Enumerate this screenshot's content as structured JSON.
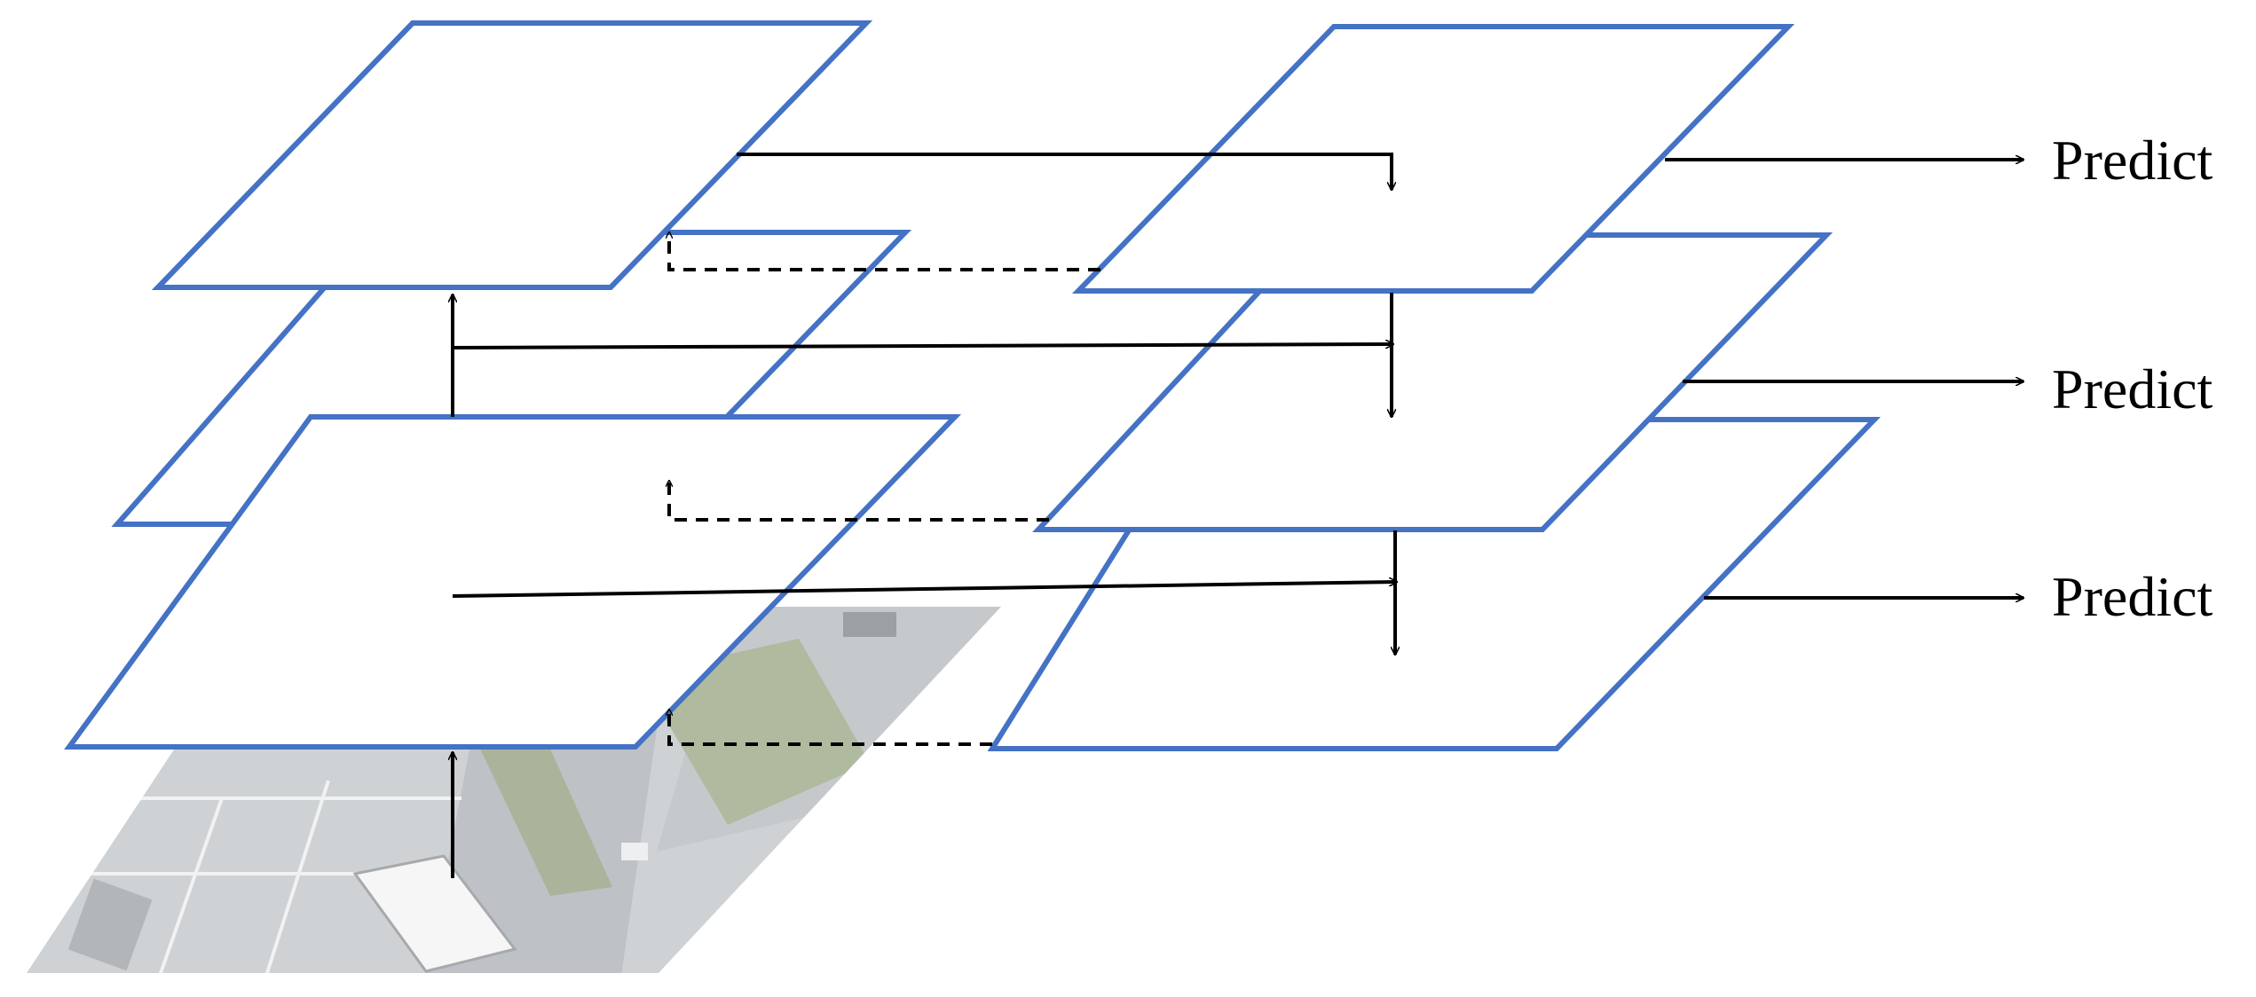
{
  "labels": {
    "predict_top": "Predict",
    "predict_mid": "Predict",
    "predict_bottom": "Predict"
  },
  "colors": {
    "plane_stroke": "#4472C4",
    "arrow": "#000000",
    "photo_ground": "#b8bcc0",
    "photo_grass": "#9aa886"
  },
  "input_image": {
    "description_icon": "aerial-parking-lot-photo"
  }
}
